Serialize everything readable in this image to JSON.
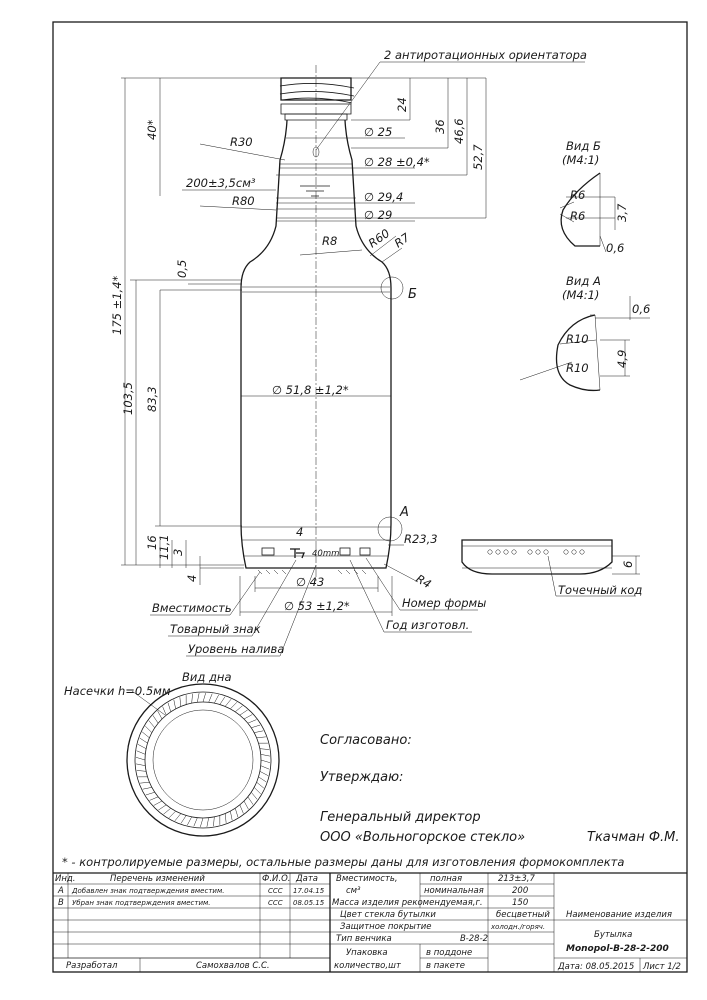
{
  "drawing": {
    "orientation_label": "2 антиротационных ориентатора",
    "radius_labels": {
      "r30": "R30",
      "r80": "R80",
      "r8": "R8",
      "r60": "R60",
      "r7": "R7",
      "r23": "R23,3",
      "r4": "R4"
    },
    "diameters": {
      "d25": "∅ 25",
      "d28": "∅ 28 ±0,4*",
      "d29_4": "∅ 29,4",
      "d29": "∅ 29",
      "d51_8": "∅ 51,8 ±1,2*",
      "d43": "∅ 43",
      "d53": "∅ 53 ±1,2*"
    },
    "heights": {
      "h40": "40*",
      "h24": "24",
      "h36": "36",
      "h46_6": "46,6",
      "h52_7": "52,7",
      "h175": "175 ±1,4*",
      "h103_5": "103,5",
      "h83_3": "83,3",
      "h0_5": "0,5",
      "h16": "16",
      "h11_1": "11,1",
      "h3": "3",
      "h4": "4",
      "h4b": "4"
    },
    "fill_level": "200±3,5см³",
    "base_text": "40mm",
    "callouts": {
      "capacity": "Вместимость",
      "trademark": "Товарный знак",
      "fill_level": "Уровень налива",
      "mold_number": "Номер формы",
      "year": "Год изготовл.",
      "dot_code": "Точечный код"
    },
    "view_b": {
      "title": "Вид Б",
      "scale": "(М4:1)",
      "r1": "R6",
      "r2": "R6",
      "d1": "3,7",
      "d2": "0,6",
      "marker": "Б"
    },
    "view_a": {
      "title": "Вид А",
      "scale": "(М4:1)",
      "r1": "R10",
      "r2": "R10",
      "d1": "0,6",
      "d2": "4,9",
      "marker": "А"
    },
    "bottom_view": {
      "title": "Вид дна",
      "notch": "Насечки h=0.5мм"
    },
    "side_dim": "6"
  },
  "approval": {
    "agreed": "Согласовано:",
    "approve": "Утверждаю:",
    "director": "Генеральный директор",
    "company": "ООО «Вольногорское стекло»",
    "person": "Ткачман Ф.М."
  },
  "note": "* - контролируемые размеры, остальные размеры даны для изготовления формокомплекта",
  "title_block": {
    "head": {
      "idx": "Инд.",
      "changes": "Перечень изменений",
      "fio": "Ф.И.О.",
      "date": "Дата"
    },
    "rows": [
      {
        "idx": "A",
        "text": "Добавлен знак подтверждения вместим.",
        "fio": "ССС",
        "date": "17.04.15"
      },
      {
        "idx": "B",
        "text": "Убран знак подтверждения вместим.",
        "fio": "ССС",
        "date": "08.05.15"
      }
    ],
    "capacity_label": "Вместимость,",
    "capacity_unit": "см³",
    "full": "полная",
    "full_val": "213±3,7",
    "nominal": "номинальная",
    "nominal_val": "200",
    "mass": "Масса изделия рекомендуемая,г.",
    "mass_val": "150",
    "glass_color": "Цвет стекла бутылки",
    "glass_color_val": "бесцветный",
    "coating": "Защитное покрытие",
    "coating_val": "холодн./горяч.",
    "finish": "Тип венчика",
    "finish_val": "B-28-2",
    "pack": "Упаковка",
    "pack_sub": "количество,шт",
    "pallet": "в поддоне",
    "bag": "в пакете",
    "product_name_label": "Наименование изделия",
    "product_name": "Бутылка",
    "product_code": "Monopol-B-28-2-200",
    "developed": "Разработал",
    "developer": "Самохвалов С.С.",
    "date_label": "Дата: 08.05.2015",
    "sheet": "Лист 1/2"
  }
}
